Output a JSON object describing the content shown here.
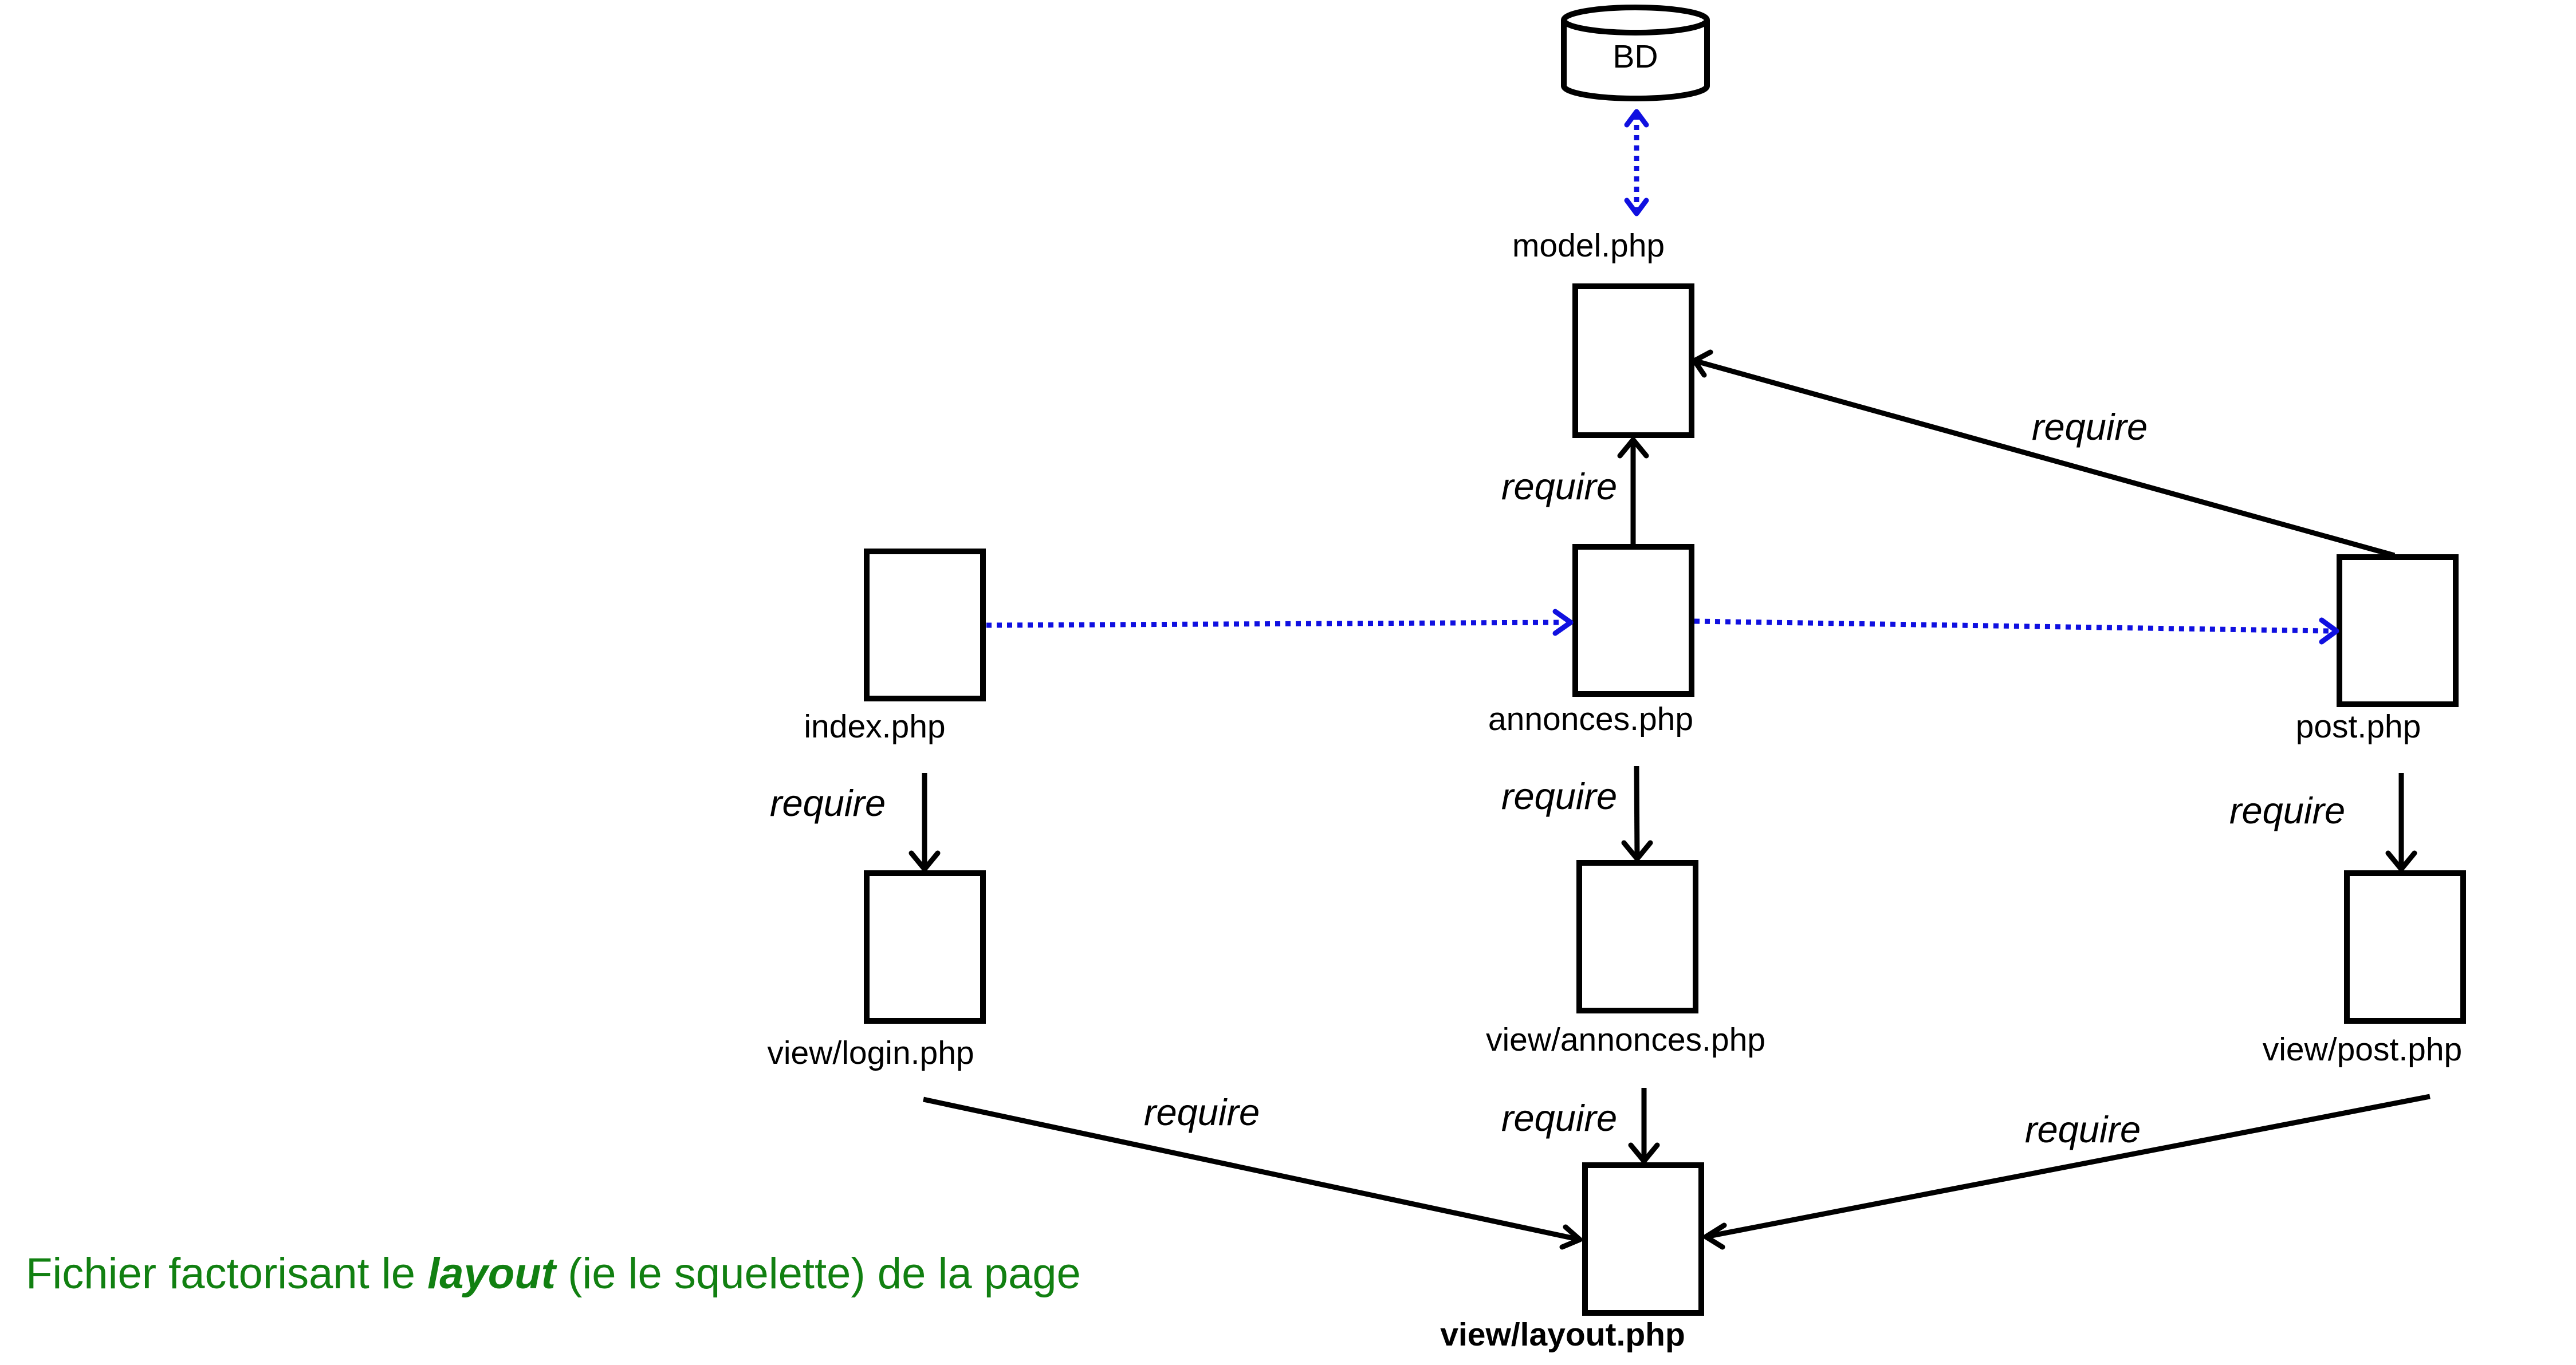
{
  "nodes": {
    "db": "BD",
    "model": "model.php",
    "index": "index.php",
    "annonces": "annonces.php",
    "post": "post.php",
    "view_login": "view/login.php",
    "view_annonces": "view/annonces.php",
    "view_post": "view/post.php",
    "view_layout": "view/layout.php"
  },
  "edges": {
    "require_label": "require"
  },
  "note": {
    "prefix": "Fichier factorisant le ",
    "emphasis": "layout",
    "suffix": " (ie le squelette) de la page"
  },
  "colors": {
    "link_dotted": "#1010e0",
    "note_text": "#118011"
  }
}
